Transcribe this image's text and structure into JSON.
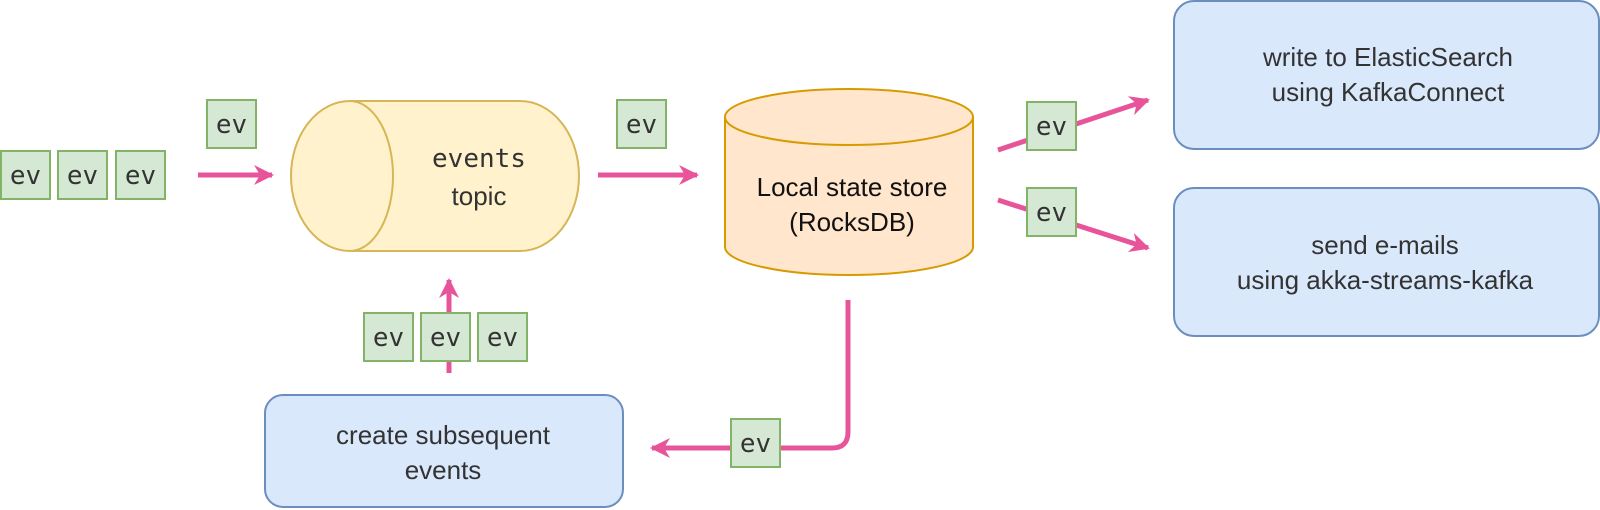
{
  "token_label": "ev",
  "topic": {
    "line1": "events",
    "line2": "topic"
  },
  "store": {
    "line1": "Local state store",
    "line2": "(RocksDB)"
  },
  "sink_elastic": {
    "line1": "write to ElasticSearch",
    "line2": "using KafkaConnect"
  },
  "sink_email": {
    "line1": "send e-mails",
    "line2": "using akka-streams-kafka"
  },
  "creator": {
    "line1": "create subsequent",
    "line2": "events"
  },
  "colors": {
    "arrow": "#e8549a",
    "token_fill": "#d5e8d4",
    "token_stroke": "#82b366",
    "topic_fill": "#fff2cc",
    "topic_stroke": "#d6b656",
    "store_fill": "#ffe6cc",
    "store_stroke": "#d79b00",
    "box_fill": "#dae8fc",
    "box_stroke": "#6c8ebf",
    "text": "#333333"
  }
}
